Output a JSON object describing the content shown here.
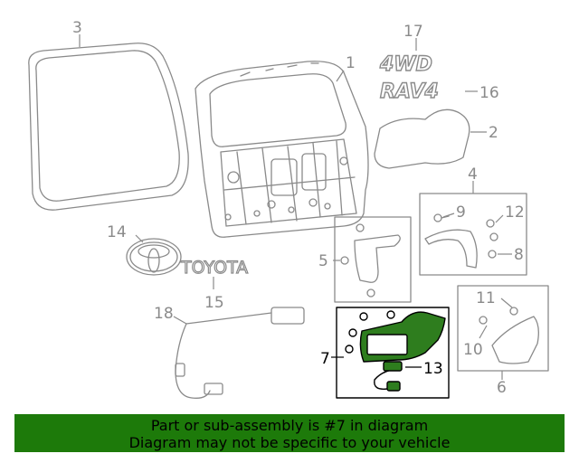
{
  "callouts": {
    "c1": "1",
    "c2": "2",
    "c3": "3",
    "c4": "4",
    "c5": "5",
    "c6": "6",
    "c7": "7",
    "c8": "8",
    "c9": "9",
    "c10": "10",
    "c11": "11",
    "c12": "12",
    "c13": "13",
    "c14": "14",
    "c15": "15",
    "c16": "16",
    "c17": "17",
    "c18": "18"
  },
  "emblems": {
    "four_wd": "4WD",
    "rav4": "RAV4",
    "toyota": "TOYOTA"
  },
  "highlight_color": "#000000",
  "banner": {
    "line1": "Part or sub-assembly is #7 in diagram",
    "line2": "Diagram may not be specific to your vehicle",
    "background": "#1d7a0a"
  }
}
